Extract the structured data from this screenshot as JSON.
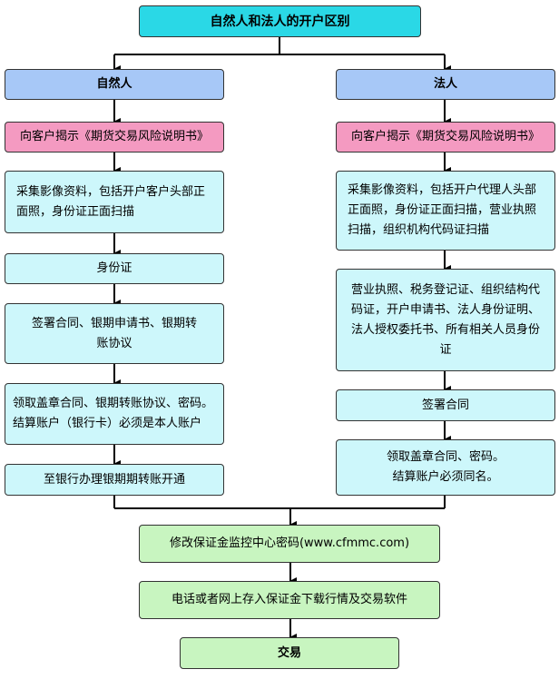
{
  "title": "自然人和法人的开户区别",
  "natural": {
    "header": "自然人",
    "steps": [
      "向客户揭示《期货交易风险说明书》",
      "采集影像资料，包括开户客户头部正面照，身份证正面扫描",
      "身份证",
      "签署合同、银期申请书、银期转账协议",
      "领取盖章合同、银期转账协议、密码。结算账户（银行卡）必须是本人账户",
      "至银行办理银期期转账开通"
    ]
  },
  "legal": {
    "header": "法人",
    "steps": [
      "向客户揭示《期货交易风险说明书》",
      "采集影像资料，包括开户代理人头部正面照，身份证正面扫描，营业执照扫描，组织机构代码证扫描",
      "营业执照、税务登记证、组织结构代码证，开户申请书、法人身份证明、法人授权委托书、所有相关人员身份证",
      "签署合同",
      "领取盖章合同、密码。结算账户必须同名。"
    ]
  },
  "common": [
    "修改保证金监控中心密码(www.cfmmc.com)",
    "电话或者网上存入保证金下载行情及交易软件",
    "交易"
  ]
}
